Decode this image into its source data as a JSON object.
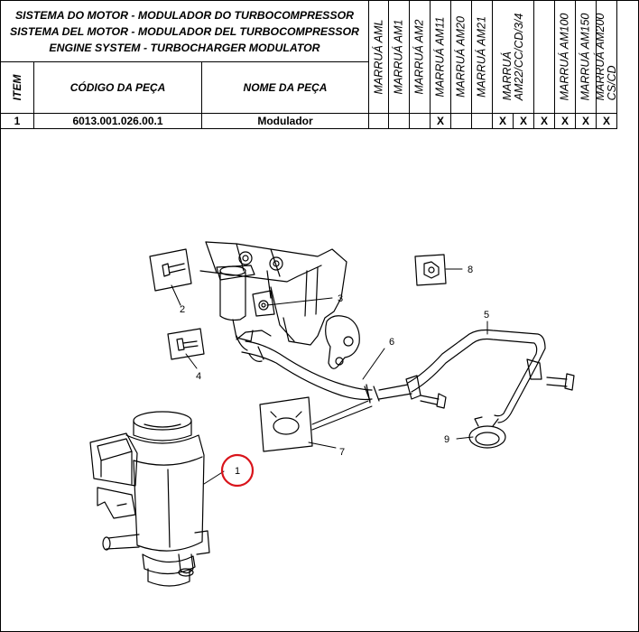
{
  "header": {
    "title_lines": [
      "SISTEMA DO MOTOR - MODULADOR DO TURBOCOMPRESSOR",
      "SISTEMA DEL MOTOR - MODULADOR DEL TURBOCOMPRESSOR",
      "ENGINE SYSTEM - TURBOCHARGER MODULATOR"
    ],
    "col_item": "ITEM",
    "col_code": "CÓDIGO DA PEÇA",
    "col_name": "NOME DA PEÇA",
    "models": [
      {
        "line1": "MARRUÁ AML",
        "line2": ""
      },
      {
        "line1": "MARRUÁ AM1",
        "line2": ""
      },
      {
        "line1": "MARRUÁ AM2",
        "line2": ""
      },
      {
        "line1": "MARRUÁ  AM11",
        "line2": ""
      },
      {
        "line1": "MARRUÁ  AM20",
        "line2": ""
      },
      {
        "line1": "MARRUÁ  AM21",
        "line2": ""
      },
      {
        "line1": "MARRUÁ",
        "line2": "AM22/CC/CD/3/4"
      },
      {
        "line1": "MARRUÁ AM100",
        "line2": ""
      },
      {
        "line1": "MARRUÁ AM150",
        "line2": ""
      },
      {
        "line1": "MARRUÁ AM200",
        "line2": "CS/CD"
      }
    ]
  },
  "rows": [
    {
      "item": "1",
      "code": "6013.001.026.00.1",
      "name": "Modulador",
      "marks": [
        "",
        "",
        "",
        "X",
        "",
        "",
        "X",
        "X",
        "X",
        "X",
        "X",
        "X"
      ]
    }
  ],
  "diagram": {
    "callouts": [
      "1",
      "2",
      "3",
      "4",
      "5",
      "6",
      "7",
      "8",
      "9"
    ],
    "highlight_color": "#d9141b"
  }
}
